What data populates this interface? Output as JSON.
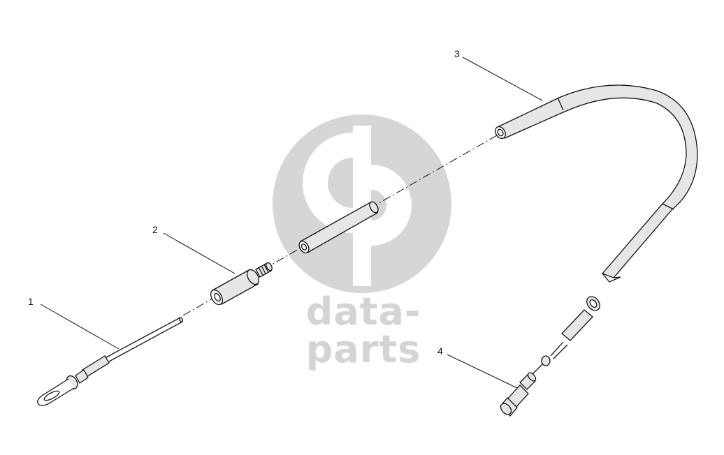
{
  "watermark": {
    "text": "data-parts",
    "color": "#d4d4d4"
  },
  "callouts": [
    {
      "id": "1",
      "label": "1"
    },
    {
      "id": "2",
      "label": "2"
    },
    {
      "id": "3",
      "label": "3"
    },
    {
      "id": "4",
      "label": "4"
    }
  ],
  "colors": {
    "line": "#111111",
    "part_fill": "#e6e6e6",
    "background": "#ffffff"
  }
}
